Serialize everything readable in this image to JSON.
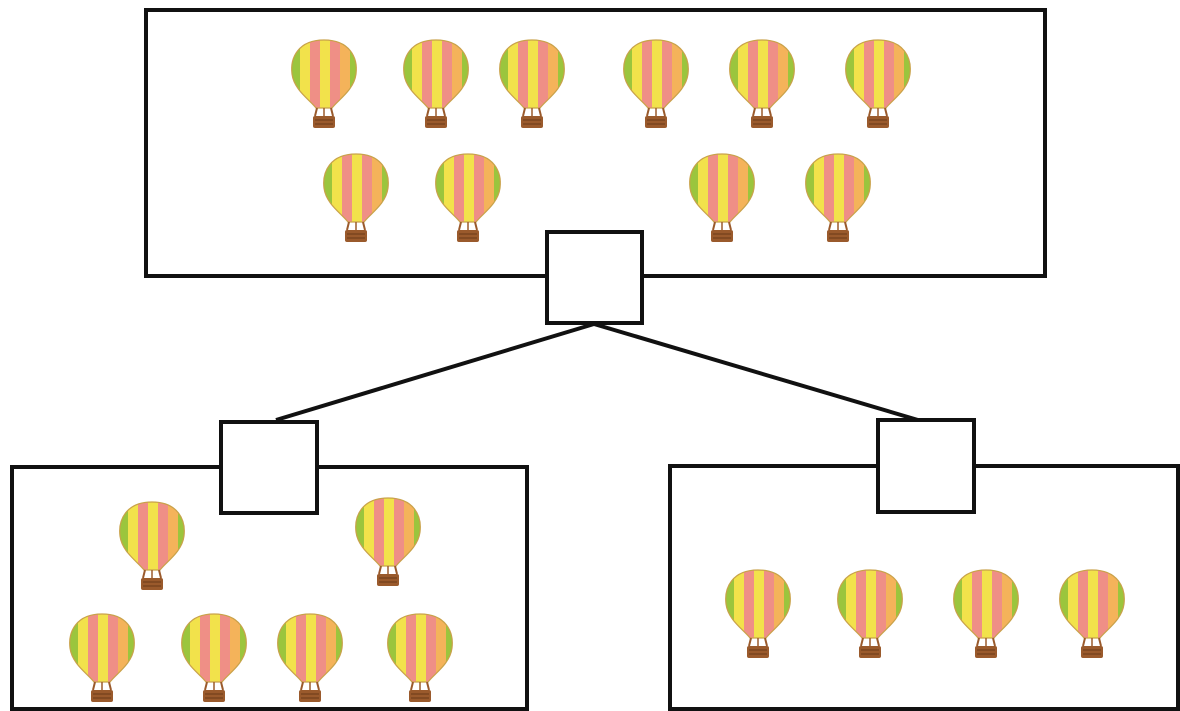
{
  "diagram": {
    "type": "part-whole number bond",
    "whole": {
      "count": 10,
      "icon": "hot-air-balloon-icon",
      "answer": ""
    },
    "parts": [
      {
        "name": "left-part",
        "count": 6,
        "icon": "hot-air-balloon-icon",
        "answer": ""
      },
      {
        "name": "right-part",
        "count": 4,
        "icon": "hot-air-balloon-icon",
        "answer": ""
      }
    ]
  },
  "colors": {
    "stroke": "#111111",
    "balloon_green": "#9bc53d",
    "balloon_yellow": "#f2e24b",
    "balloon_pink": "#ef8f86",
    "balloon_orange": "#f4b35a",
    "basket": "#9a5a2c"
  }
}
